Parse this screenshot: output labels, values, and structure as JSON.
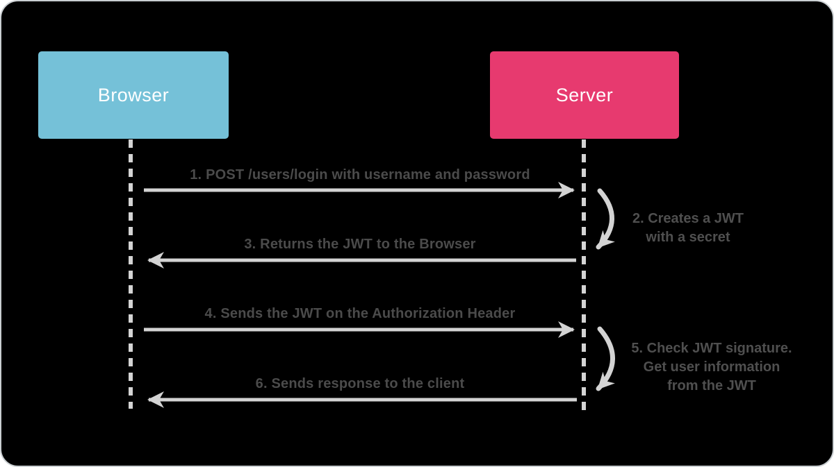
{
  "actors": [
    {
      "id": "browser",
      "label": "Browser",
      "color": "#75c1d8"
    },
    {
      "id": "server",
      "label": "Server",
      "color": "#e73a6f"
    }
  ],
  "messages": [
    {
      "num": "1",
      "label": "1. POST /users/login with username and password",
      "from": "browser",
      "to": "server",
      "direction": "right"
    },
    {
      "num": "3",
      "label": "3. Returns the JWT to the Browser",
      "from": "server",
      "to": "browser",
      "direction": "left"
    },
    {
      "num": "4",
      "label": "4. Sends the JWT on the Authorization Header",
      "from": "browser",
      "to": "server",
      "direction": "right"
    },
    {
      "num": "6",
      "label": "6. Sends response to the client",
      "from": "server",
      "to": "browser",
      "direction": "left"
    }
  ],
  "notes": [
    {
      "num": "2",
      "actor": "server",
      "lines": [
        "2. Creates a JWT",
        "with a secret"
      ]
    },
    {
      "num": "5",
      "actor": "server",
      "lines": [
        "5. Check JWT signature.",
        "Get user information",
        "from the JWT"
      ]
    }
  ],
  "colors": {
    "background": "#000000",
    "browser_box": "#75c1d8",
    "server_box": "#e73a6f",
    "actor_text": "#ffffff",
    "arrow": "#d3d3d3",
    "lifeline": "#d4d4d4",
    "message_text": "#4b4b4b"
  }
}
